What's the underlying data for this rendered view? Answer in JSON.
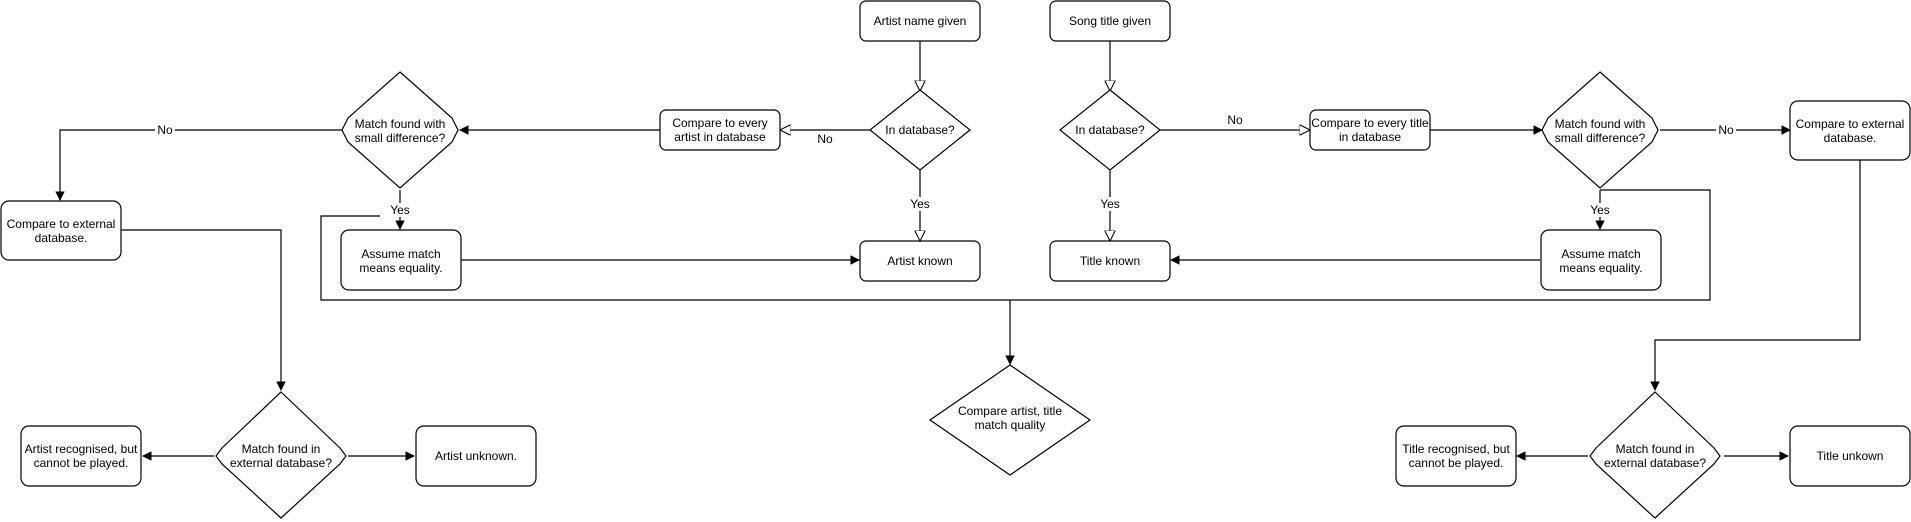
{
  "nodes": {
    "artist_given": "Artist name given",
    "song_given": "Song title given",
    "artist_in_db": "In database?",
    "title_in_db": "In database?",
    "compare_artist": [
      "Compare to every",
      "artist in database"
    ],
    "compare_title": [
      "Compare to every title",
      "in database"
    ],
    "match_small_left": [
      "Match found with",
      "small difference?"
    ],
    "match_small_right": [
      "Match found with",
      "small difference?"
    ],
    "ext_left": [
      "Compare to external",
      "database."
    ],
    "ext_right": [
      "Compare to external",
      "database."
    ],
    "assume_left": [
      "Assume match",
      "means equality."
    ],
    "assume_right": [
      "Assume match",
      "means equality."
    ],
    "artist_known": "Artist known",
    "title_known": "Title known",
    "match_ext_left": [
      "Match found in",
      "external database?"
    ],
    "match_ext_right": [
      "Match found in",
      "external database?"
    ],
    "artist_recognised": [
      "Artist recognised, but",
      "cannot be played."
    ],
    "artist_unknown": "Artist unknown.",
    "title_recognised": [
      "Title recognised, but",
      "cannot be played."
    ],
    "title_unknown": "Title unkown",
    "compare_quality": [
      "Compare artist, title",
      "match quality"
    ]
  },
  "edge_labels": {
    "artist_no": "No",
    "artist_yes": "Yes",
    "title_no": "No",
    "title_yes": "Yes",
    "left_no": "No",
    "left_yes": "Yes",
    "right_no": "No",
    "right_yes": "Yes"
  }
}
